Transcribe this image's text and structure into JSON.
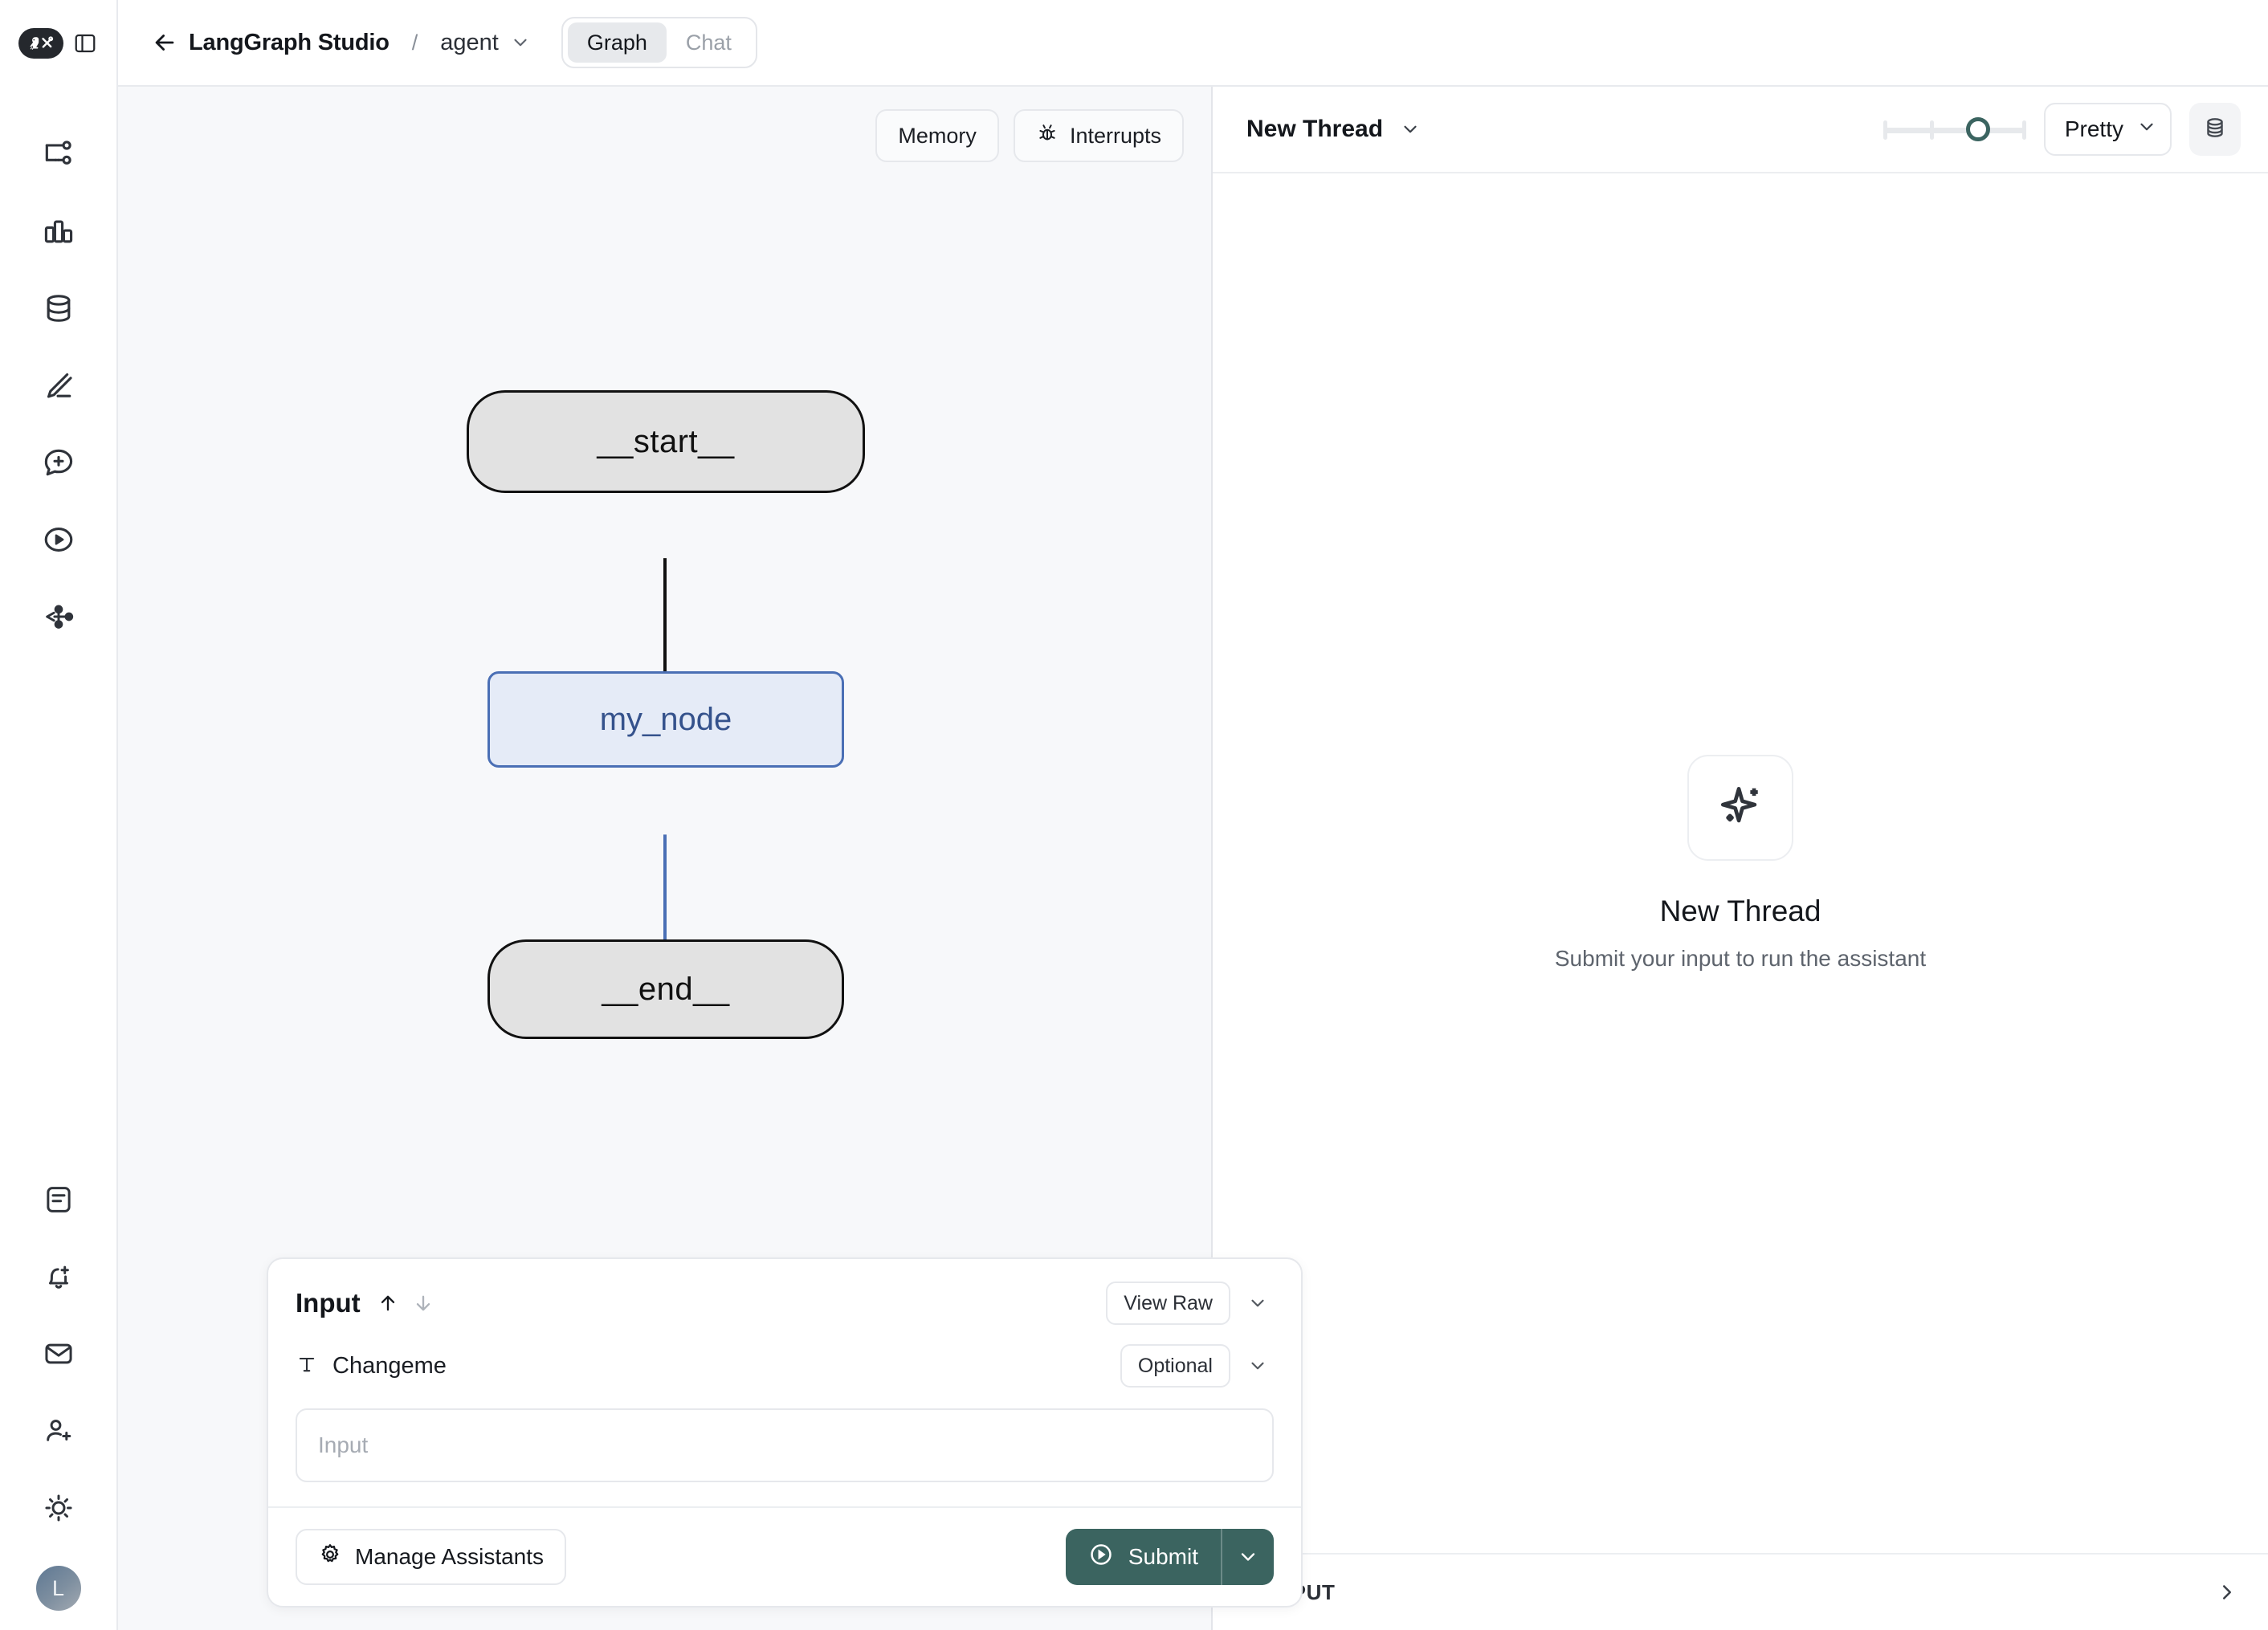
{
  "app": {
    "logo_icon": "langgraph-parrot-tools-icon",
    "panel_toggle_icon": "sidebar-toggle-icon"
  },
  "rail": {
    "top_items": [
      {
        "icon": "graph-branch-icon",
        "name": "graphs"
      },
      {
        "icon": "bar-chart-icon",
        "name": "monitoring"
      },
      {
        "icon": "database-icon",
        "name": "datasets"
      },
      {
        "icon": "pencil-icon",
        "name": "annotate"
      },
      {
        "icon": "chat-plus-icon",
        "name": "prompts"
      },
      {
        "icon": "play-circle-icon",
        "name": "playground"
      },
      {
        "icon": "share-nodes-icon",
        "name": "deployments"
      }
    ],
    "bottom_items": [
      {
        "icon": "document-text-icon",
        "name": "docs"
      },
      {
        "icon": "bell-plus-icon",
        "name": "alerts"
      },
      {
        "icon": "envelope-icon",
        "name": "inbox"
      },
      {
        "icon": "user-plus-icon",
        "name": "invite"
      },
      {
        "icon": "sun-icon",
        "name": "theme"
      }
    ],
    "avatar_initial": "L"
  },
  "topbar": {
    "back_icon": "arrow-left-icon",
    "title": "LangGraph Studio",
    "separator": "/",
    "assistant": "agent",
    "assistant_chevron_icon": "chevron-down-icon",
    "tabs": [
      {
        "label": "Graph",
        "active": true
      },
      {
        "label": "Chat",
        "active": false
      }
    ]
  },
  "graph_pane": {
    "tools": [
      {
        "label": "Memory",
        "icon": null
      },
      {
        "label": "Interrupts",
        "icon": "bug-icon"
      }
    ],
    "nodes": [
      {
        "id": "start",
        "label": "__start__",
        "type": "terminal"
      },
      {
        "id": "my_node",
        "label": "my_node",
        "type": "step"
      },
      {
        "id": "end",
        "label": "__end__",
        "type": "terminal"
      }
    ],
    "edges": [
      {
        "from": "start",
        "to": "my_node",
        "color": "#111111"
      },
      {
        "from": "my_node",
        "to": "end",
        "color": "#4a6fb5"
      }
    ],
    "colors": {
      "canvas_background": "#f7f8fa",
      "terminal_fill": "#e2e2e2",
      "terminal_stroke": "#111111",
      "step_fill": "#e5ebf7",
      "step_stroke": "#4a6fb5",
      "step_text": "#35528c"
    }
  },
  "input_card": {
    "title": "Input",
    "arrow_up_icon": "arrow-up-icon",
    "arrow_down_icon": "arrow-down-icon",
    "view_raw_label": "View Raw",
    "collapse_icon": "chevron-down-icon",
    "field": {
      "type_icon": "text-type-icon",
      "label": "Changeme",
      "badge": "Optional",
      "badge_chevron_icon": "chevron-down-icon",
      "value": "",
      "placeholder": "Input"
    },
    "manage_assistants_label": "Manage Assistants",
    "manage_assistants_icon": "gear-icon",
    "submit_label": "Submit",
    "submit_icon": "play-circle-icon",
    "submit_chevron_icon": "chevron-down-icon",
    "submit_color": "#3b6460"
  },
  "right_pane": {
    "thread_name": "New Thread",
    "thread_chevron_icon": "chevron-down-icon",
    "slider": {
      "value": 66,
      "min": 0,
      "max": 100,
      "ticks": [
        0,
        33,
        100
      ],
      "accent": "#3b6460"
    },
    "format_select": {
      "value": "Pretty",
      "chevron_icon": "chevron-down-icon"
    },
    "data_button_icon": "database-icon",
    "empty_state": {
      "icon": "sparkle-icon",
      "title": "New Thread",
      "subtitle": "Submit your input to run the assistant"
    },
    "footer": {
      "label": "OUTPUT",
      "expand_icon": "chevron-right-icon"
    }
  }
}
